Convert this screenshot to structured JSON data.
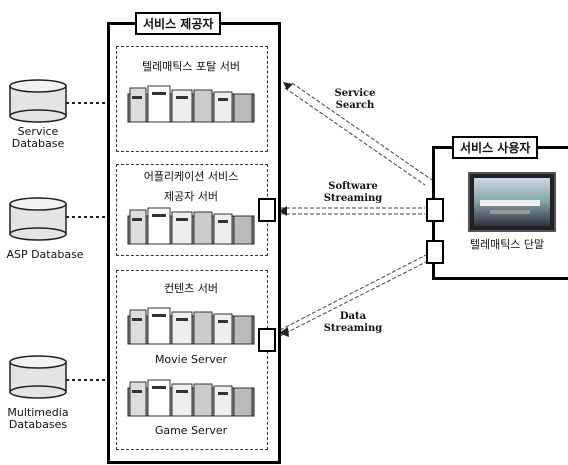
{
  "provider": {
    "title": "서비스 제공자",
    "portal": "텔레매틱스 포탈 서버",
    "app_line1": "어플리케이션 서비스",
    "app_line2": "제공자 서버",
    "contents": "컨텐츠 서버",
    "movie": "Movie Server",
    "game": "Game Server"
  },
  "user": {
    "title": "서비스 사용자",
    "terminal": "텔레매틱스 단말"
  },
  "databases": [
    {
      "line1": "Service",
      "line2": "Database"
    },
    {
      "line1": "ASP Database",
      "line2": ""
    },
    {
      "line1": "Multimedia",
      "line2": "Databases"
    }
  ],
  "links": {
    "search_1": "Service",
    "search_2": "Search",
    "software_1": "Software",
    "software_2": "Streaming",
    "data_1": "Data",
    "data_2": "Streaming"
  }
}
